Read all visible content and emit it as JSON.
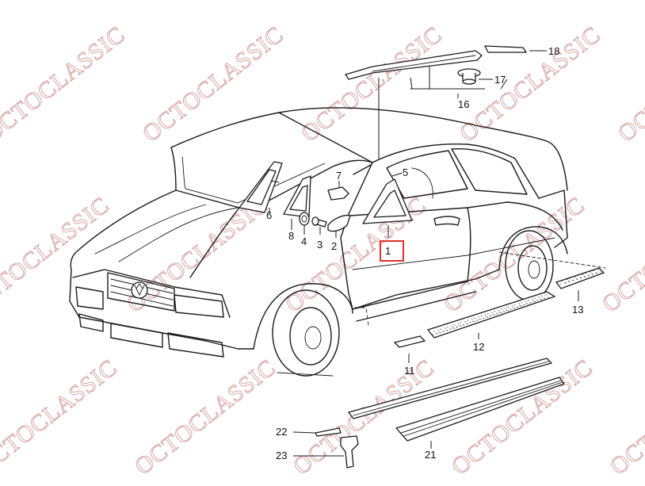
{
  "watermark": {
    "text": "OCTOCLASSIC",
    "color": "#d9a7a7"
  },
  "highlight_color": "#e0322e",
  "callouts": {
    "c1": "1",
    "c2": "2",
    "c3": "3",
    "c4": "4",
    "c5": "5",
    "c6": "6",
    "c7": "7",
    "c8": "8",
    "c11": "11",
    "c12": "12",
    "c13": "13",
    "c16": "16",
    "c17": "17",
    "c18": "18",
    "c21": "21",
    "c22": "22",
    "c23": "23"
  }
}
